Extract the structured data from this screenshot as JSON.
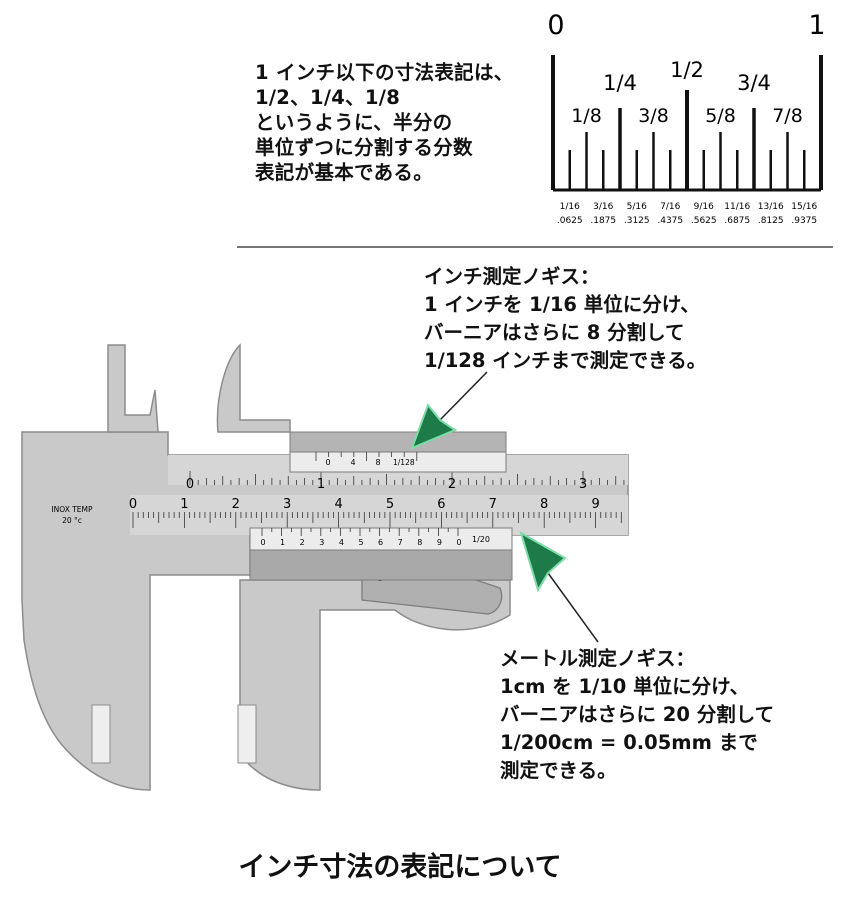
{
  "intro": {
    "text": "1 インチ以下の寸法表記は、\n1/2、1/4、1/8\nというように、半分の\n単位ずつに分割する分数\n表記が基本である。"
  },
  "ruler": {
    "end_left": "0",
    "end_right": "1",
    "half": "1/2",
    "quarters": [
      "1/4",
      "3/4"
    ],
    "eighths": [
      "1/8",
      "3/8",
      "5/8",
      "7/8"
    ],
    "sixteenths": [
      "1/16",
      "3/16",
      "5/16",
      "7/16",
      "9/16",
      "11/16",
      "13/16",
      "15/16"
    ],
    "decimals": [
      ".0625",
      ".1875",
      ".3125",
      ".4375",
      ".5625",
      ".6875",
      ".8125",
      ".9375"
    ]
  },
  "inch_note": {
    "text": "インチ測定ノギス：\n1 インチを 1/16 単位に分け、\nバーニアはさらに 8 分割して\n1/128 インチまで測定できる。"
  },
  "metric_note": {
    "text": "メートル測定ノギス：\n1cm を 1/10 単位に分け、\nバーニアはさらに 20 分割して\n1/200cm = 0.05mm まで\n測定できる。"
  },
  "caliper": {
    "stamp_line1": "INOX TEMP",
    "stamp_line2": "20 °c",
    "inch_scale_labels": [
      "0",
      "1",
      "2",
      "3"
    ],
    "metric_scale_labels": [
      "0",
      "1",
      "2",
      "3",
      "4",
      "5",
      "6",
      "7",
      "8",
      "9"
    ],
    "inch_vernier_labels": [
      "0",
      "4",
      "8"
    ],
    "inch_vernier_unit": "1/128",
    "metric_vernier_labels": [
      "0",
      "1",
      "2",
      "3",
      "4",
      "5",
      "6",
      "7",
      "8",
      "9",
      "0"
    ],
    "metric_vernier_unit": "1/20"
  },
  "caption": "インチ寸法の表記について",
  "colors": {
    "steel": "#c8c8c8",
    "steel_dark": "#9a9a9a",
    "arrow": "#1b7a4a",
    "arrow_light": "#3fae74"
  }
}
